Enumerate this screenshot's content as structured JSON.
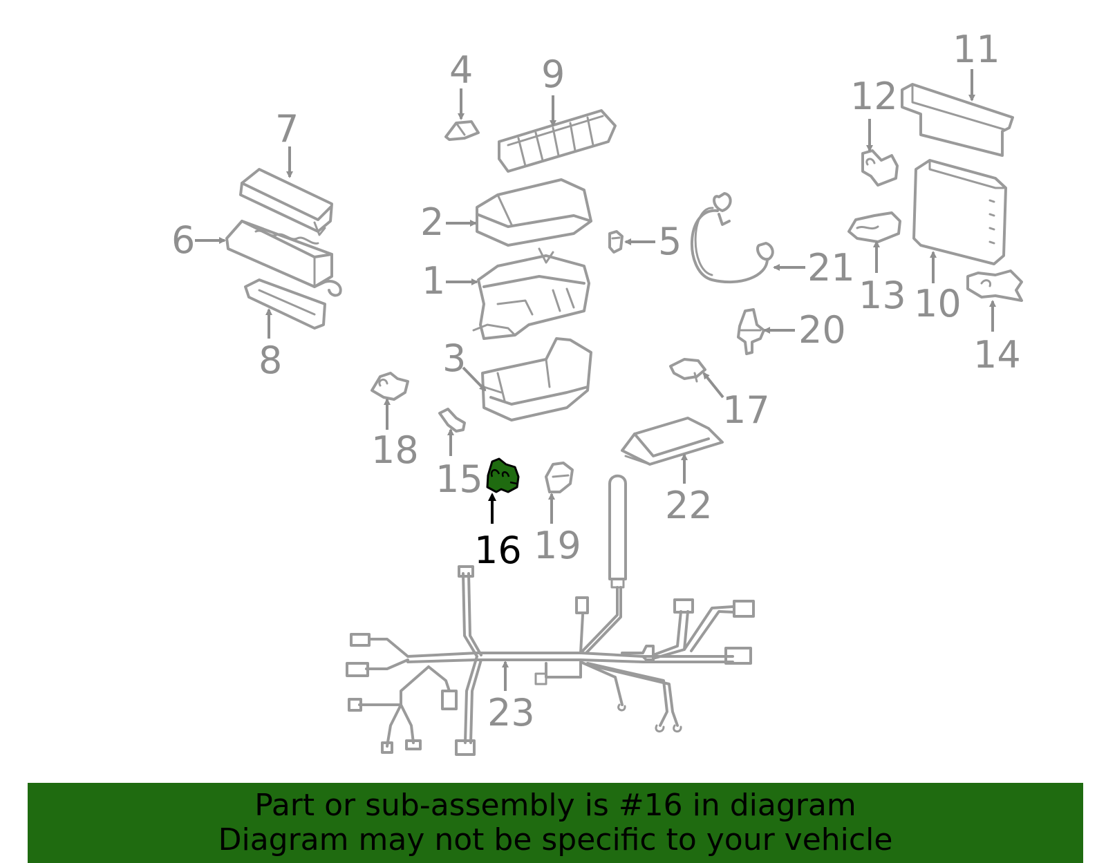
{
  "diagram": {
    "highlighted_part": "16",
    "highlight_color": "#1f6b10",
    "callouts": [
      "1",
      "2",
      "3",
      "4",
      "5",
      "6",
      "7",
      "8",
      "9",
      "10",
      "11",
      "12",
      "13",
      "14",
      "15",
      "16",
      "17",
      "18",
      "19",
      "20",
      "21",
      "22",
      "23"
    ]
  },
  "footer": {
    "background_color": "#1f6b10",
    "line1": "Part or sub-assembly is #16 in diagram",
    "line2": "Diagram may not be specific to your vehicle"
  }
}
